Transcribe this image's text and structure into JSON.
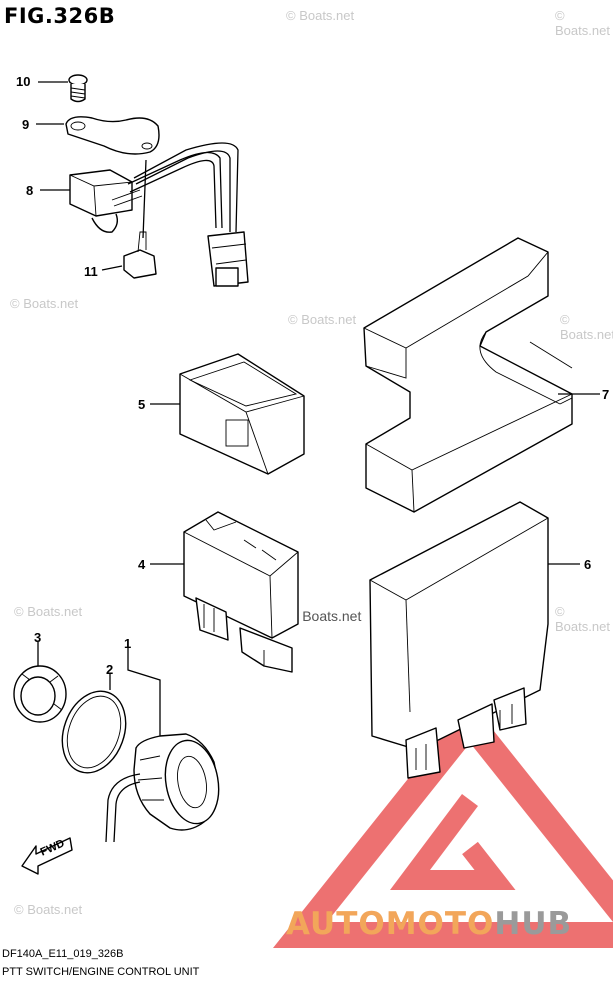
{
  "figure": {
    "title": "FIG.326B",
    "code": "DF140A_E11_019_326B",
    "caption": "PTT SWITCH/ENGINE CONTROL UNIT"
  },
  "callouts": [
    {
      "id": "10",
      "label": "10"
    },
    {
      "id": "9",
      "label": "9"
    },
    {
      "id": "8",
      "label": "8"
    },
    {
      "id": "11",
      "label": "11"
    },
    {
      "id": "7",
      "label": "7"
    },
    {
      "id": "5",
      "label": "5"
    },
    {
      "id": "4",
      "label": "4"
    },
    {
      "id": "6",
      "label": "6"
    },
    {
      "id": "3",
      "label": "3"
    },
    {
      "id": "2",
      "label": "2"
    },
    {
      "id": "1",
      "label": "1"
    }
  ],
  "direction_arrow": {
    "label": "FWD"
  },
  "watermark": {
    "text": "© Boats.net"
  },
  "brand": {
    "part_a": "AUTOMOTO",
    "part_b": "HUB",
    "color_a": "#f2a65a",
    "color_b": "#9a9a9a",
    "triangle_color": "#e84a4a"
  }
}
